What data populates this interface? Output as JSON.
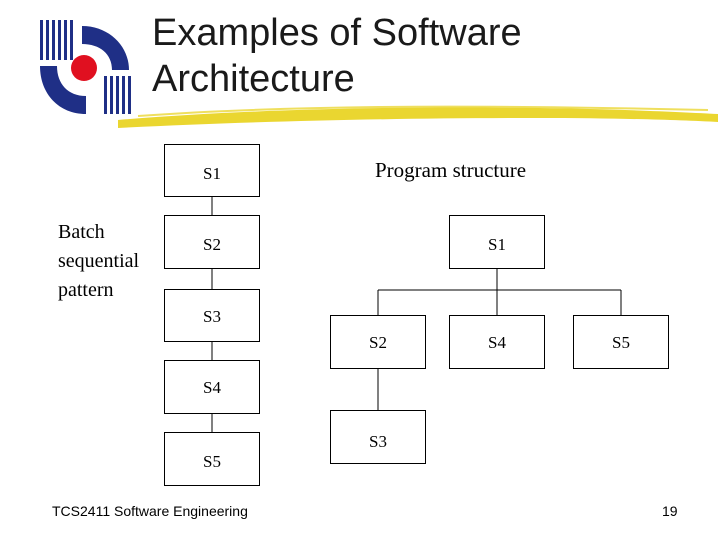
{
  "slide": {
    "title_line1": "Examples of Software",
    "title_line2": "Architecture",
    "side_label": "Batch\nsequential\npattern",
    "heading": "Program structure",
    "footer_left": "TCS2411 Software Engineering",
    "page_number": "19"
  },
  "batch": [
    "S1",
    "S2",
    "S3",
    "S4",
    "S5"
  ],
  "tree": {
    "root": "S1",
    "level1": [
      "S2",
      "S4",
      "S5"
    ],
    "level2": [
      "S3"
    ]
  },
  "colors": {
    "accent_stroke": "#e8d21a",
    "logo_blue": "#1f2f86",
    "logo_red": "#e01020",
    "outline": "#000000"
  }
}
